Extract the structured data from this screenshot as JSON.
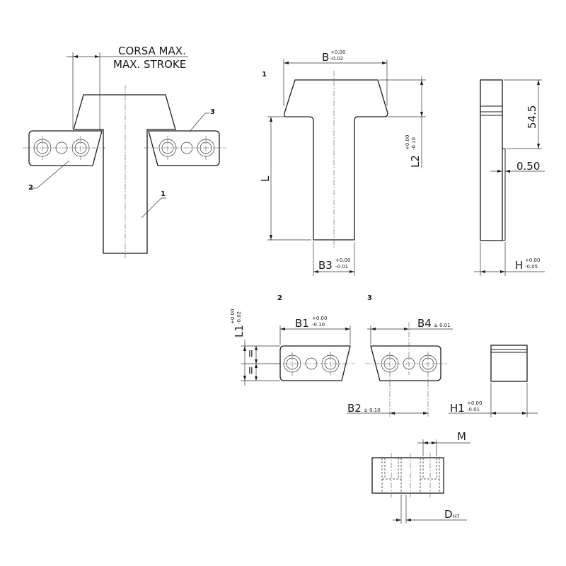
{
  "labels": {
    "stroke_it": "CORSA MAX.",
    "stroke_en": "MAX. STROKE",
    "part_1": "1",
    "part_2": "2",
    "part_3": "3",
    "view_1": "1",
    "view_2": "2",
    "view_3": "3"
  },
  "dims": {
    "B": "B",
    "B_up": "+0.00",
    "B_lo": "-0.02",
    "L": "L",
    "L2": "L2",
    "L2_up": "+0.00",
    "L2_lo": "-0.10",
    "B3": "B3",
    "B3_up": "+0.00",
    "B3_lo": "-0.01",
    "H": "H",
    "H_up": "+0.00",
    "H_lo": "-0.05",
    "d545": "54.5",
    "d050": "0.50",
    "L1": "L1",
    "L1_up": "+0.00",
    "L1_lo": "-0.02",
    "B1": "B1",
    "B1_up": "+0.00",
    "B1_lo": "-0.10",
    "B4": "B4",
    "B4_tol": "± 0.01",
    "B2": "B2",
    "B2_tol": "± 0.10",
    "H1": "H1",
    "H1_up": "+0.00",
    "H1_lo": "-0.01",
    "eq": "=",
    "M": "M",
    "D": "D",
    "D_sub": "H7"
  }
}
